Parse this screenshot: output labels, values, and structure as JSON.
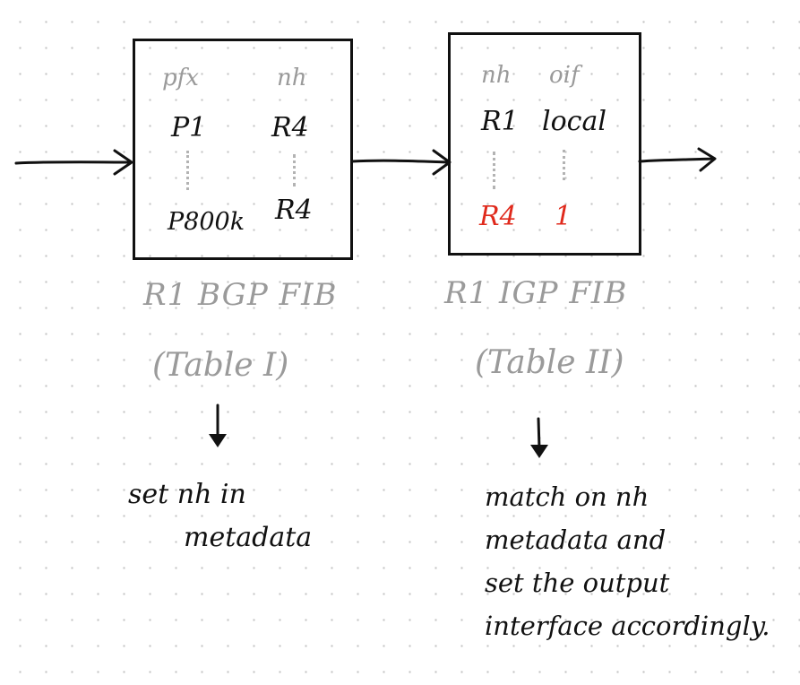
{
  "bgp_fib": {
    "col_headers": [
      "pfx",
      "nh"
    ],
    "rows": [
      {
        "pfx": "P1",
        "nh": "R4"
      },
      {
        "pfx": "P800k",
        "nh": "R4"
      }
    ],
    "title": "R1 BGP FIB",
    "table_name": "(Table I)"
  },
  "igp_fib": {
    "col_headers": [
      "nh",
      "oif"
    ],
    "rows": [
      {
        "nh": "R1",
        "oif": "local"
      },
      {
        "nh": "R4",
        "oif": "1"
      }
    ],
    "highlight_color": "#e02a1c",
    "title": "R1 IGP FIB",
    "table_name": "(Table II)"
  },
  "notes": {
    "bgp": [
      "set nh in",
      "metadata"
    ],
    "igp": [
      "match on nh",
      "metadata and",
      "set the output",
      "interface accordingly."
    ]
  }
}
